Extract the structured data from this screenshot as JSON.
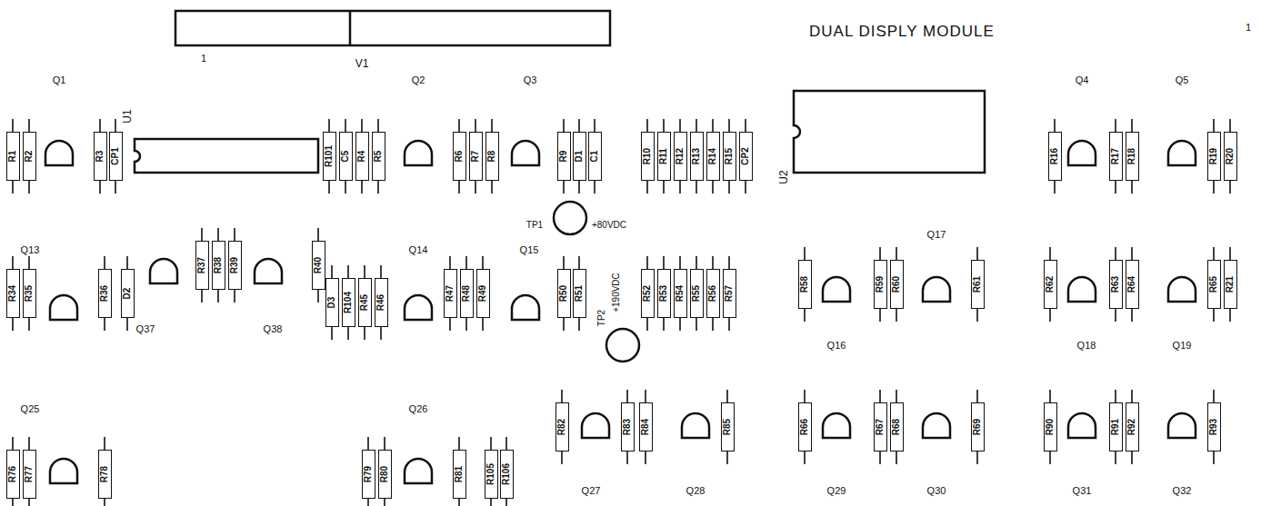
{
  "diagram": {
    "title": "DUAL DISPLY MODULE",
    "nodes": [
      {
        "text": [
          "R1"
        ]
      },
      {
        "text": [
          "R2"
        ]
      },
      {
        "text": [
          "R3"
        ]
      },
      {
        "text": [
          "CP1"
        ]
      },
      {
        "text": [
          "R101"
        ]
      },
      {
        "text": [
          "C5"
        ]
      },
      {
        "text": [
          "R4"
        ]
      },
      {
        "text": [
          "R5"
        ]
      },
      {
        "text": [
          "R6"
        ]
      },
      {
        "text": [
          "R7"
        ]
      },
      {
        "text": [
          "R8"
        ]
      },
      {
        "text": [
          "R9"
        ]
      },
      {
        "text": [
          "D1"
        ]
      },
      {
        "text": [
          "C1"
        ]
      },
      {
        "text": [
          "R10"
        ]
      },
      {
        "text": [
          "R11"
        ]
      },
      {
        "text": [
          "R12"
        ]
      },
      {
        "text": [
          "R13"
        ]
      },
      {
        "text": [
          "R14"
        ]
      },
      {
        "text": [
          "R15"
        ]
      },
      {
        "text": [
          "CP2"
        ]
      },
      {
        "text": [
          "R16"
        ]
      },
      {
        "text": [
          "R17"
        ]
      },
      {
        "text": [
          "R18"
        ]
      },
      {
        "text": [
          "R19"
        ]
      },
      {
        "text": [
          "R20"
        ]
      },
      {
        "text": [
          "R34"
        ]
      },
      {
        "text": [
          "R35"
        ]
      },
      {
        "text": [
          "R36"
        ]
      },
      {
        "text": [
          "D2"
        ]
      },
      {
        "text": [
          "R37"
        ]
      },
      {
        "text": [
          "R38"
        ]
      },
      {
        "text": [
          "R39"
        ]
      },
      {
        "text": [
          "R40"
        ]
      },
      {
        "text": [
          "D3"
        ]
      },
      {
        "text": [
          "R104"
        ]
      },
      {
        "text": [
          "R45"
        ]
      },
      {
        "text": [
          "R46"
        ]
      },
      {
        "text": [
          "R47"
        ]
      },
      {
        "text": [
          "R48"
        ]
      },
      {
        "text": [
          "R49"
        ]
      },
      {
        "text": [
          "R50"
        ]
      },
      {
        "text": [
          "R51"
        ]
      },
      {
        "text": [
          "R52"
        ]
      },
      {
        "text": [
          "R53"
        ]
      },
      {
        "text": [
          "R54"
        ]
      },
      {
        "text": [
          "R55"
        ]
      },
      {
        "text": [
          "R56"
        ]
      },
      {
        "text": [
          "R57"
        ]
      },
      {
        "text": [
          "R58"
        ]
      },
      {
        "text": [
          "R59"
        ]
      },
      {
        "text": [
          "R60"
        ]
      },
      {
        "text": [
          "R61"
        ]
      },
      {
        "text": [
          "R62"
        ]
      },
      {
        "text": [
          "R63"
        ]
      },
      {
        "text": [
          "R64"
        ]
      },
      {
        "text": [
          "R65"
        ]
      },
      {
        "text": [
          "R21"
        ]
      },
      {
        "text": [
          "R76"
        ]
      },
      {
        "text": [
          "R77"
        ]
      },
      {
        "text": [
          "R78"
        ]
      },
      {
        "text": [
          "R79"
        ]
      },
      {
        "text": [
          "R80"
        ]
      },
      {
        "text": [
          "R81"
        ]
      },
      {
        "text": [
          "R105"
        ]
      },
      {
        "text": [
          "R106"
        ]
      },
      {
        "text": [
          "R82"
        ]
      },
      {
        "text": [
          "R83"
        ]
      },
      {
        "text": [
          "R84"
        ]
      },
      {
        "text": [
          "R85"
        ]
      },
      {
        "text": [
          "R66"
        ]
      },
      {
        "text": [
          "R67"
        ]
      },
      {
        "text": [
          "R68"
        ]
      },
      {
        "text": [
          "R69"
        ]
      },
      {
        "text": [
          "R90"
        ]
      },
      {
        "text": [
          "R91"
        ]
      },
      {
        "text": [
          "R92"
        ]
      },
      {
        "text": [
          "R93"
        ]
      }
    ],
    "labels": [
      "1",
      "V1",
      "Q1",
      "U1",
      "Q2",
      "Q3",
      "U2",
      "Q4",
      "Q5",
      "TP1",
      "+80VDC",
      "Q13",
      "Q37",
      "Q38",
      "Q14",
      "Q15",
      "TP2",
      "+190VDC",
      "Q17",
      "Q16",
      "Q18",
      "Q19",
      "Q25",
      "Q26",
      "Q27",
      "Q28",
      "Q29",
      "Q30",
      "Q31",
      "Q32",
      "1"
    ]
  }
}
